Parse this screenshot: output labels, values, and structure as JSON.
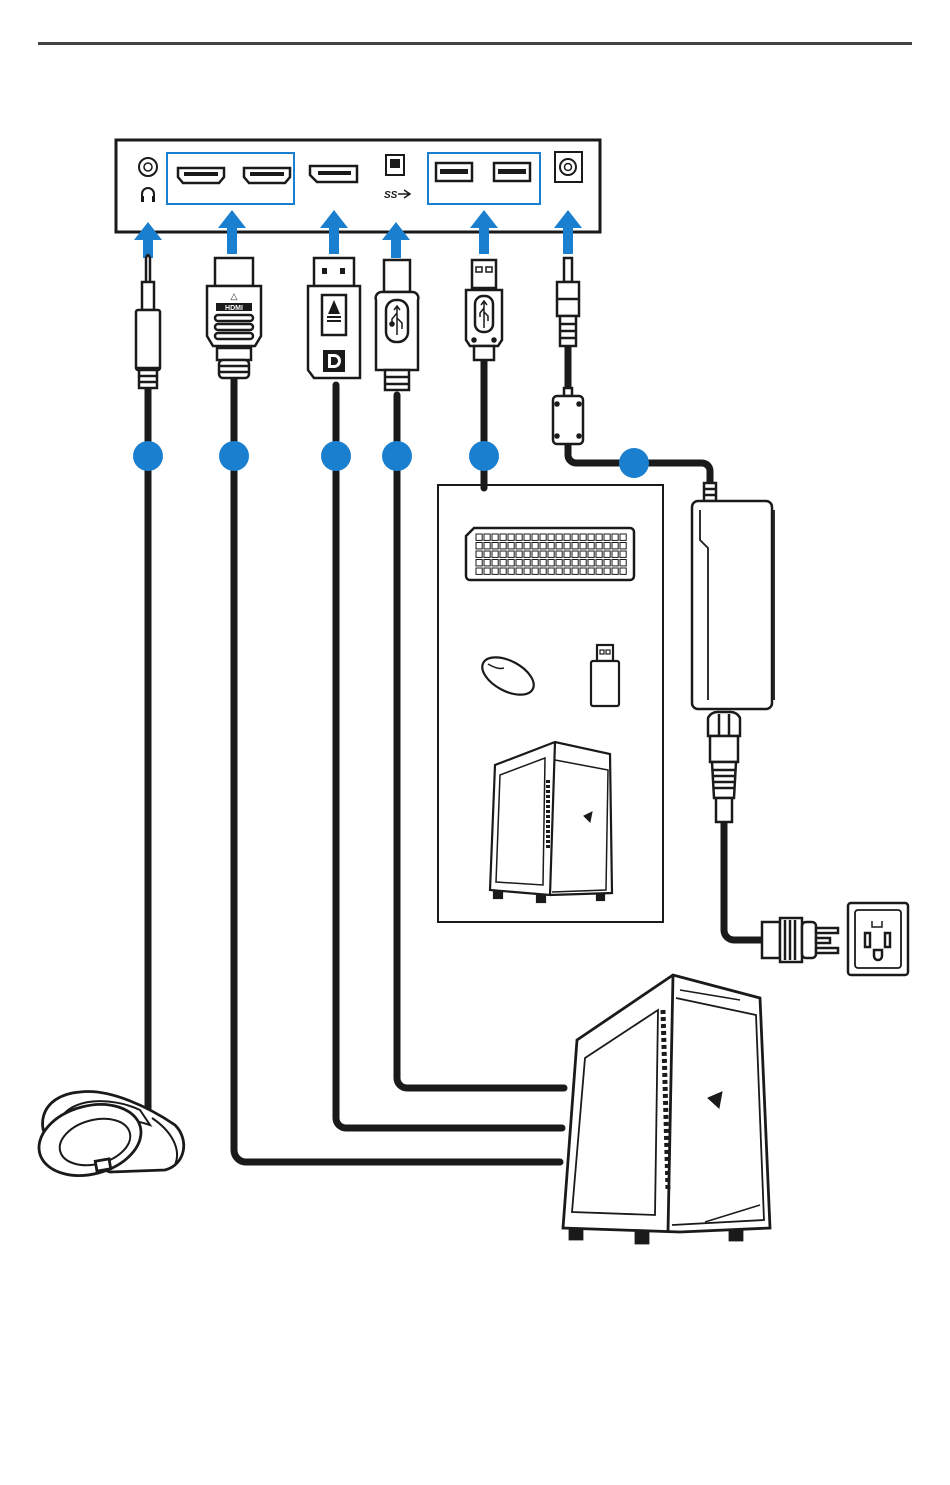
{
  "labels": {
    "hdmi": "HDMI",
    "usb_superspeed": "SS"
  },
  "colors": {
    "accent_blue": "#1b7fcf",
    "stroke": "#1a1a1a",
    "rule": "#444444"
  },
  "ports": [
    {
      "id": "audio-out",
      "icon": "headphone-icon"
    },
    {
      "id": "hdmi-1",
      "icon": "hdmi-port-icon"
    },
    {
      "id": "hdmi-2",
      "icon": "hdmi-port-icon"
    },
    {
      "id": "displayport",
      "icon": "displayport-icon"
    },
    {
      "id": "usb-upstream",
      "icon": "usb-b-port-icon"
    },
    {
      "id": "usb-downstream-1",
      "icon": "usb-a-port-icon"
    },
    {
      "id": "usb-downstream-2",
      "icon": "usb-a-port-icon"
    },
    {
      "id": "dc-in",
      "icon": "dc-jack-icon"
    }
  ],
  "devices": [
    {
      "id": "headphones",
      "icon": "headphones-icon"
    },
    {
      "id": "keyboard",
      "icon": "keyboard-icon"
    },
    {
      "id": "mouse",
      "icon": "mouse-icon"
    },
    {
      "id": "usb-drive",
      "icon": "usb-drive-icon"
    },
    {
      "id": "pc-tower-small",
      "icon": "pc-tower-icon"
    },
    {
      "id": "pc-tower-large",
      "icon": "pc-tower-icon"
    },
    {
      "id": "power-adapter",
      "icon": "power-adapter-icon"
    },
    {
      "id": "wall-outlet",
      "icon": "wall-outlet-icon"
    }
  ]
}
